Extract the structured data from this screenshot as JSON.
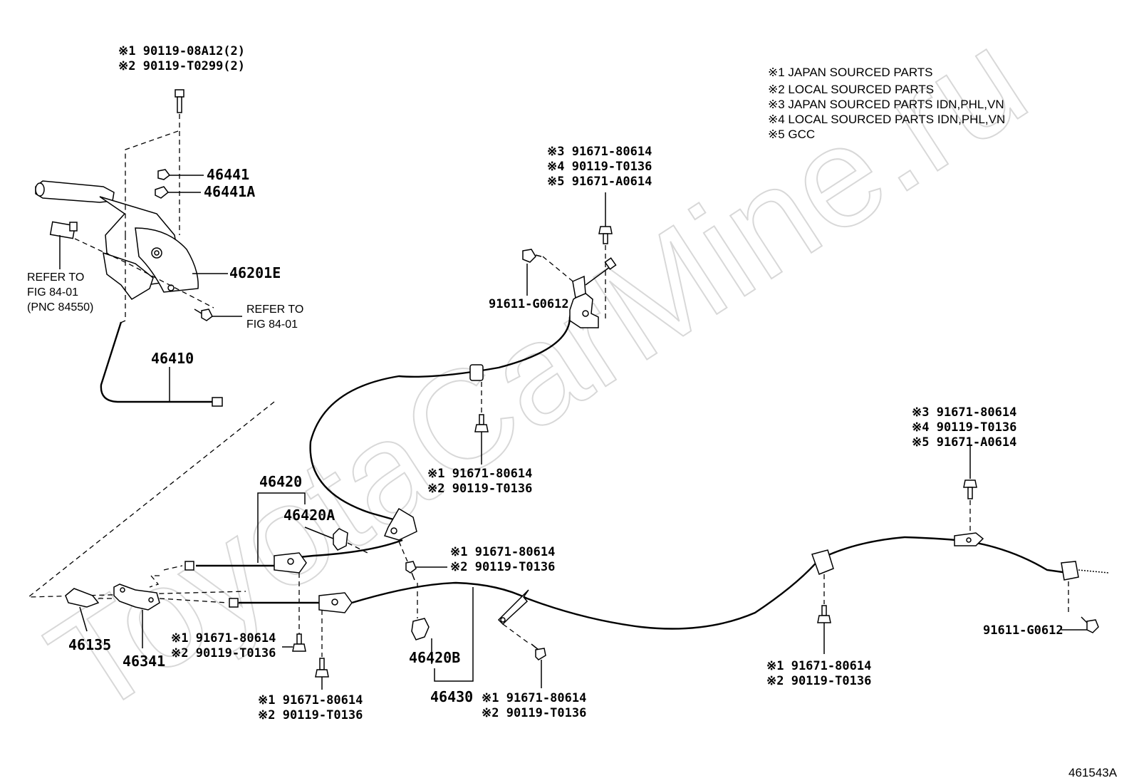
{
  "watermark": "ToyotaCarMine.ru",
  "legend": [
    "※1 JAPAN SOURCED PARTS",
    "※2 LOCAL SOURCED PARTS",
    "※3 JAPAN SOURCED PARTS IDN,PHL,VN",
    "※4 LOCAL SOURCED PARTS IDN,PHL,VN",
    "※5 GCC"
  ],
  "figure_number": "461543A",
  "callouts": {
    "top_bolt": [
      "※1 90119-08A12(2)",
      "※2 90119-T0299(2)"
    ],
    "upper_bracket_bolt": [
      "※3 91671-80614",
      "※4 90119-T0136",
      "※5 91671-A0614"
    ],
    "right_bracket_bolt": [
      "※3 91671-80614",
      "※4 90119-T0136",
      "※5 91671-A0614"
    ],
    "mid_clamp_bolt": [
      "※1 91671-80614",
      "※2 90119-T0136"
    ],
    "equalizer_bolt": [
      "※1 91671-80614",
      "※2 90119-T0136"
    ],
    "left_lower_bolt": [
      "※1 91671-80614",
      "※2 90119-T0136"
    ],
    "left_bottom_bolt": [
      "※1 91671-80614",
      "※2 90119-T0136"
    ],
    "center_bottom_bolt": [
      "※1 91671-80614",
      "※2 90119-T0136"
    ],
    "right_bottom_bolt": [
      "※1 91671-80614",
      "※2 90119-T0136"
    ]
  },
  "part_numbers": {
    "p46441": "46441",
    "p46441A": "46441A",
    "p46201E": "46201E",
    "p46410": "46410",
    "p46420": "46420",
    "p46420A": "46420A",
    "p46420B": "46420B",
    "p46430": "46430",
    "p46135": "46135",
    "p46341": "46341",
    "p91611_upper": "91611-G0612",
    "p91611_right": "91611-G0612"
  },
  "refer_notes": {
    "lever": [
      "REFER TO",
      "FIG 84-01",
      "(PNC 84550)"
    ],
    "bolt": [
      "REFER TO",
      "FIG 84-01"
    ]
  }
}
